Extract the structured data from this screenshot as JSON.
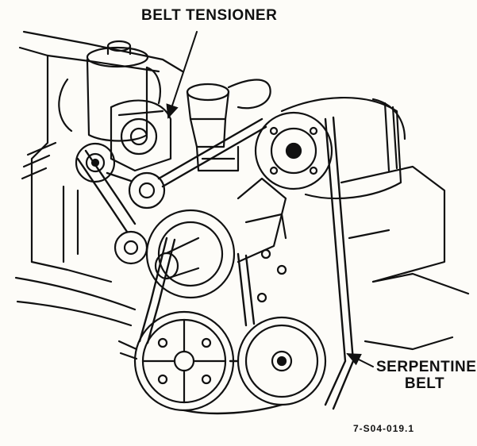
{
  "labels": {
    "belt_tensioner": "BELT TENSIONER",
    "serpentine_line1": "SERPENTINE",
    "serpentine_line2": "BELT",
    "figure_ref": "7-S04-019.1"
  },
  "colors": {
    "ink": "#111111",
    "paper": "#fdfcf8",
    "shade": "#d8d6cf"
  }
}
